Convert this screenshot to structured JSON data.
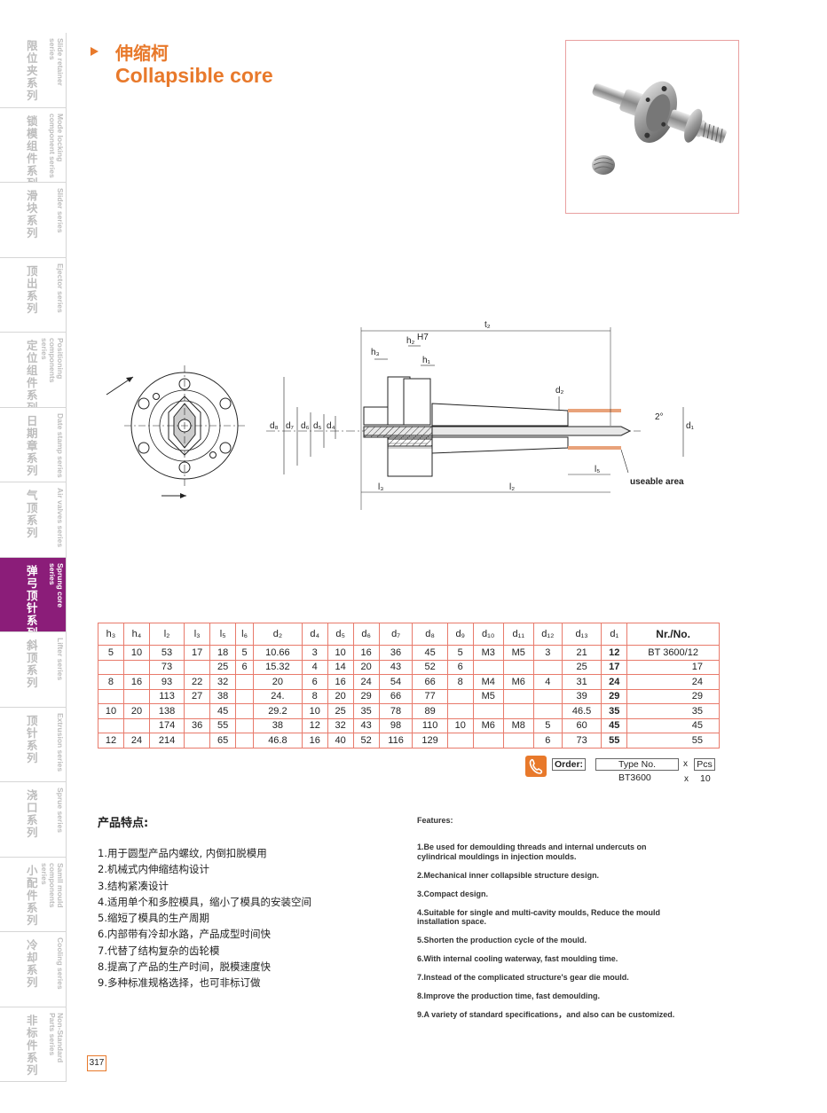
{
  "sidebar": {
    "tabs": [
      {
        "cn": "限位夹系列",
        "en": "Slide retainer series",
        "active": false
      },
      {
        "cn": "锁模组件系列",
        "en": "Mode locking component series",
        "active": false
      },
      {
        "cn": "滑块系列",
        "en": "Slider series",
        "active": false
      },
      {
        "cn": "顶出系列",
        "en": "Ejector series",
        "active": false
      },
      {
        "cn": "定位组件系列",
        "en": "Positioning components series",
        "active": false
      },
      {
        "cn": "日期章系列",
        "en": "Date stamp series",
        "active": false
      },
      {
        "cn": "气顶系列",
        "en": "Air valves series",
        "active": false
      },
      {
        "cn": "弹弓顶针系列",
        "en": "Sprung core series",
        "active": true
      },
      {
        "cn": "斜顶系列",
        "en": "Lifter series",
        "active": false
      },
      {
        "cn": "顶针系列",
        "en": "Extrusion series",
        "active": false
      },
      {
        "cn": "浇口系列",
        "en": "Sprue series",
        "active": false
      },
      {
        "cn": "小配件系列",
        "en": "Samll mould components series",
        "active": false
      },
      {
        "cn": "冷却系列",
        "en": "Cooling series",
        "active": false
      },
      {
        "cn": "非标件系列",
        "en": "Non-Standard Parts series",
        "active": false
      }
    ]
  },
  "header": {
    "title_cn": "伸缩柯",
    "title_en": "Collapsible core"
  },
  "drawing": {
    "labels": {
      "t2": "t₂",
      "h2": "h₂",
      "h7": "H7",
      "h3": "h₃",
      "h1": "h₁",
      "d2": "d₂",
      "d8": "d₈",
      "d7": "d₇",
      "d6": "d₆",
      "d5": "d₅",
      "d4": "d₄",
      "d1": "d₁",
      "a": "2°",
      "l3": "l₃",
      "l2": "l₂",
      "l5": "l₅",
      "useable": "useable area"
    }
  },
  "table": {
    "headers": [
      "h₃",
      "h₄",
      "l₂",
      "l₃",
      "l₅",
      "l₆",
      "d₂",
      "d₄",
      "d₅",
      "d₆",
      "d₇",
      "d₈",
      "d₉",
      "d₁₀",
      "d₁₁",
      "d₁₂",
      "d₁₃",
      "d₁",
      "Nr./No."
    ],
    "rows": [
      [
        "5",
        "10",
        "53",
        "17",
        "18",
        "5",
        "10.66",
        "3",
        "10",
        "16",
        "36",
        "45",
        "5",
        "M3",
        "M5",
        "3",
        "21",
        "12",
        "BT 3600/12"
      ],
      [
        "",
        "",
        "73",
        "",
        "25",
        "6",
        "15.32",
        "4",
        "14",
        "20",
        "43",
        "52",
        "6",
        "",
        "",
        "",
        "25",
        "17",
        "17"
      ],
      [
        "8",
        "16",
        "93",
        "22",
        "32",
        "",
        "20",
        "6",
        "16",
        "24",
        "54",
        "66",
        "8",
        "M4",
        "M6",
        "4",
        "31",
        "24",
        "24"
      ],
      [
        "",
        "",
        "113",
        "27",
        "38",
        "",
        "24.",
        "8",
        "20",
        "29",
        "66",
        "77",
        "",
        "M5",
        "",
        "",
        "39",
        "29",
        "29"
      ],
      [
        "10",
        "20",
        "138",
        "",
        "45",
        "",
        "29.2",
        "10",
        "25",
        "35",
        "78",
        "89",
        "",
        "",
        "",
        "",
        "46.5",
        "35",
        "35"
      ],
      [
        "",
        "",
        "174",
        "36",
        "55",
        "",
        "38",
        "12",
        "32",
        "43",
        "98",
        "110",
        "10",
        "M6",
        "M8",
        "5",
        "60",
        "45",
        "45"
      ],
      [
        "12",
        "24",
        "214",
        "",
        "65",
        "",
        "46.8",
        "16",
        "40",
        "52",
        "116",
        "129",
        "",
        "",
        "",
        "6",
        "73",
        "55",
        "55"
      ]
    ]
  },
  "order": {
    "label": "Order:",
    "type_header": "Type No.",
    "x": "x",
    "pcs_header": "Pcs",
    "model": "BT3600",
    "qty": "10"
  },
  "features_cn": {
    "title": "产品特点:",
    "items": [
      "1.用于圆型产品内螺纹, 内倒扣脱模用",
      "2.机械式内伸缩结构设计",
      "3.结构紧凑设计",
      "4.适用单个和多腔模具，缩小了模具的安装空间",
      "5.缩短了模具的生产周期",
      "6.内部带有冷却水路，产品成型时间快",
      "7.代替了结构复杂的齿轮模",
      "8.提高了产品的生产时间，脱模速度快",
      "9.多种标准规格选择，也可非标订做"
    ]
  },
  "features_en": {
    "title": "Features:",
    "items": [
      "1.Be used for demoulding threads and internal undercuts on cylindrical mouldings in injection moulds.",
      "2.Mechanical inner collapsible structure design.",
      "3.Compact design.",
      "4.Suitable for single and multi-cavity moulds, Reduce the mould installation space.",
      "5.Shorten the production cycle of the mould.",
      "6.With internal cooling waterway, fast moulding time.",
      "7.Instead of the complicated structure's gear die mould.",
      "8.Improve the production time, fast demoulding.",
      "9.A variety of standard specifications，and also can be customized."
    ]
  },
  "page_number": "317",
  "colors": {
    "accent": "#e8792b",
    "active_tab": "#8b1d79",
    "table_border": "#e87a6b"
  }
}
